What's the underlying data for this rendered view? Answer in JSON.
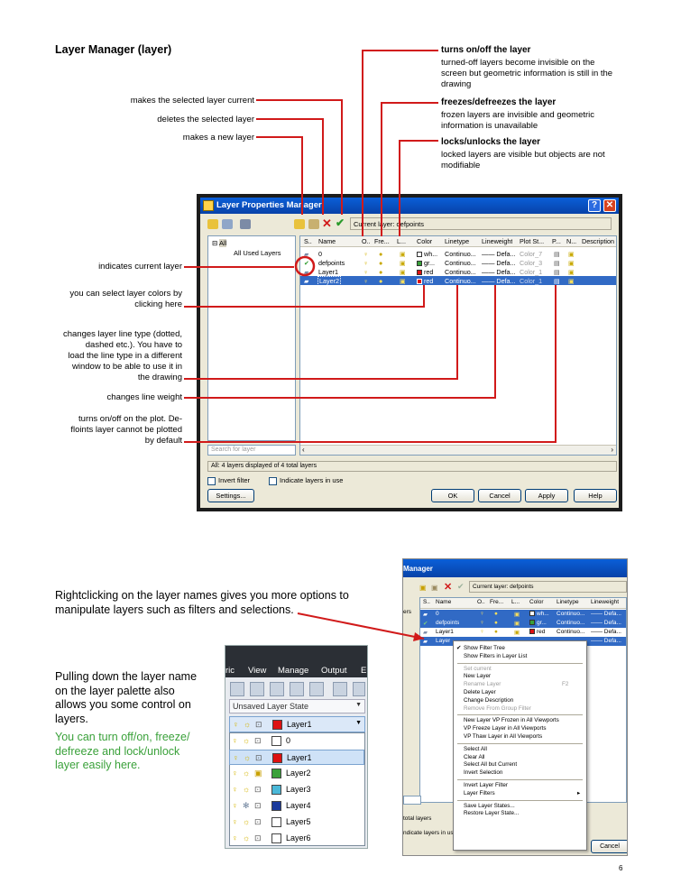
{
  "page": {
    "title": "Layer Manager (layer)",
    "page_number": "6"
  },
  "annotations": {
    "left": [
      "makes the selected layer current",
      "deletes the selected layer",
      "makes a new layer",
      "indicates current layer",
      "you can select layer colors by\nclicking here",
      "changes layer line type (dotted,\ndashed etc.).  You have to\nload the line type in a different\nwindow to be able to use it in\nthe drawing",
      "changes line weight",
      "turns on/off on the plot.  De-\nfloints layer cannot be plotted\nby default"
    ],
    "right": [
      {
        "title": "turns on/off the layer",
        "body": "turned-off layers become invisible on the\nscreen but geometric information is still in the\ndrawing"
      },
      {
        "title": "freezes/defreezes the layer",
        "body": "frozen layers are invisible and geometric\ninformation is unavailable"
      },
      {
        "title": "locks/unlocks the layer",
        "body": "locked layers are visible but objects are not\nmodifiable"
      }
    ]
  },
  "dialog": {
    "title": "Layer Properties Manager",
    "current_layer": "Current layer: defpoints",
    "tree": {
      "root": "All",
      "child": "All Used Layers"
    },
    "search_placeholder": "Search for layer",
    "columns": [
      "S..",
      "Name",
      "O..",
      "Fre...",
      "L...",
      "Color",
      "Linetype",
      "Lineweight",
      "Plot St...",
      "P...",
      "N...",
      "Description"
    ],
    "rows": [
      {
        "name": "0",
        "color": "wh...",
        "swatch": "#ffffff",
        "linetype": "Continuo...",
        "lineweight": "—— Defa...",
        "plotstyle": "Color_7",
        "selected": false
      },
      {
        "name": "defpoints",
        "color": "gr...",
        "swatch": "#3aa13a",
        "linetype": "Continuo...",
        "lineweight": "—— Defa...",
        "plotstyle": "Color_3",
        "selected": false
      },
      {
        "name": "Layer1",
        "color": "red",
        "swatch": "#dd1111",
        "linetype": "Continuo...",
        "lineweight": "—— Defa...",
        "plotstyle": "Color_1",
        "selected": false
      },
      {
        "name": "Layer2",
        "color": "red",
        "swatch": "#dd1111",
        "linetype": "Continuo...",
        "lineweight": "—— Defa...",
        "plotstyle": "Color_1",
        "selected": true
      }
    ],
    "status": "All: 4 layers displayed of 4 total layers",
    "invert_filter": "Invert filter",
    "indicate_layers": "Indicate layers in use",
    "buttons": {
      "settings": "Settings...",
      "ok": "OK",
      "cancel": "Cancel",
      "apply": "Apply",
      "help": "Help"
    }
  },
  "text_blocks": {
    "rightclick": "Rightclicking on the layer names gives you more options to\nmanipulate layers such as filters and selections.",
    "pulldown": "Pulling down the layer name\non the layer palette also\nallows you some control on\nlayers.",
    "green_note": "You can turn off/on, freeze/\ndefreeze and lock/unlock\nlayer easily here."
  },
  "palette": {
    "menu": [
      "ric",
      "View",
      "Manage",
      "Output",
      "E"
    ],
    "state": "Unsaved Layer State",
    "current": {
      "name": "Layer1",
      "swatch": "#dd1111"
    },
    "layers": [
      {
        "name": "0",
        "swatch": "#ffffff",
        "highlight": false
      },
      {
        "name": "Layer1",
        "swatch": "#dd1111",
        "highlight": true
      },
      {
        "name": "Layer2",
        "swatch": "#3aa13a",
        "highlight": false
      },
      {
        "name": "Layer3",
        "swatch": "#4ab8d8",
        "highlight": false
      },
      {
        "name": "Layer4",
        "swatch": "#1a3a9c",
        "highlight": false
      },
      {
        "name": "Layer5",
        "swatch": "#ffffff",
        "highlight": false
      },
      {
        "name": "Layer6",
        "swatch": "#ffffff",
        "highlight": false
      }
    ]
  },
  "context_shot": {
    "title": "Manager",
    "current_layer": "Current layer: defpoints",
    "columns": [
      "S..",
      "Name",
      "O..",
      "Fre...",
      "L...",
      "Color",
      "Linetype",
      "Lineweight"
    ],
    "rows": [
      {
        "name": "0",
        "color": "wh...",
        "linetype": "Continuo...",
        "lineweight": "—— Defa..."
      },
      {
        "name": "defpoints",
        "color": "gr...",
        "linetype": "Continuo...",
        "lineweight": "—— Defa..."
      },
      {
        "name": "Layer1",
        "color": "red",
        "linetype": "Continuo...",
        "lineweight": "—— Defa..."
      },
      {
        "name": "Layer",
        "color": "",
        "linetype": "",
        "lineweight": "—— Defa..."
      }
    ],
    "left_label": "ers",
    "status": "total layers",
    "indicate": "ndicate layers in use",
    "cancel": "Cancel",
    "menu": [
      {
        "label": "Show Filter Tree",
        "checked": true,
        "disabled": false
      },
      {
        "label": "Show Filters in Layer List",
        "checked": false,
        "disabled": false
      },
      {
        "sep": true
      },
      {
        "label": "Set current",
        "disabled": true
      },
      {
        "label": "New Layer",
        "disabled": false
      },
      {
        "label": "Rename Layer",
        "shortcut": "F2",
        "disabled": true
      },
      {
        "label": "Delete Layer",
        "disabled": false
      },
      {
        "label": "Change Description",
        "disabled": false
      },
      {
        "label": "Remove From Group Filter",
        "disabled": true
      },
      {
        "sep": true
      },
      {
        "label": "New Layer VP Frozen in All Viewports",
        "disabled": false
      },
      {
        "label": "VP Freeze Layer in All Viewports",
        "disabled": false
      },
      {
        "label": "VP Thaw Layer in All Viewports",
        "disabled": false
      },
      {
        "sep": true
      },
      {
        "label": "Select All",
        "disabled": false
      },
      {
        "label": "Clear All",
        "disabled": false
      },
      {
        "label": "Select All but Current",
        "disabled": false
      },
      {
        "label": "Invert Selection",
        "disabled": false
      },
      {
        "sep": true
      },
      {
        "label": "Invert Layer Filter",
        "disabled": false
      },
      {
        "label": "Layer Filters",
        "submenu": true,
        "disabled": false
      },
      {
        "sep": true
      },
      {
        "label": "Save Layer States...",
        "disabled": false
      },
      {
        "label": "Restore Layer State...",
        "disabled": false
      }
    ]
  },
  "colors": {
    "red_line": "#d11a1a",
    "selection": "#316ac5",
    "green_note": "#3aa13a"
  }
}
